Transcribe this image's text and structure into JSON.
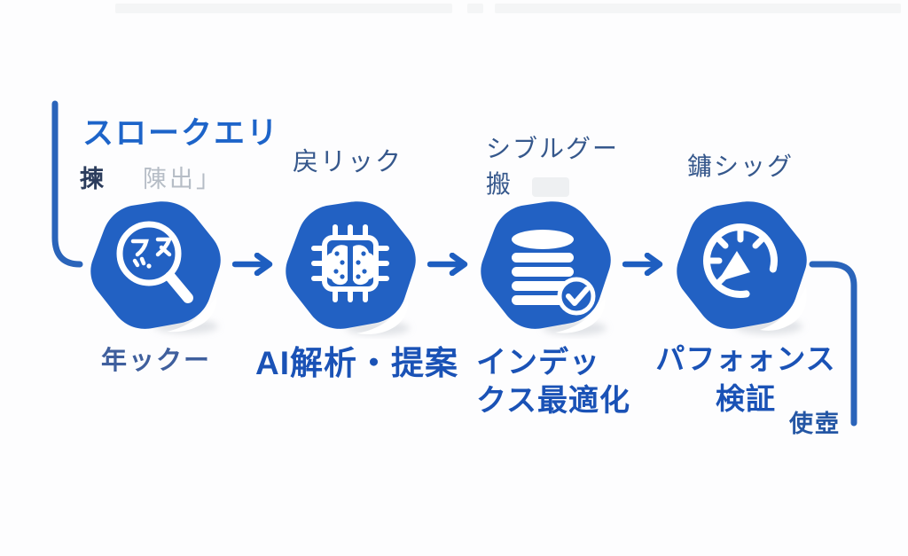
{
  "colors": {
    "primary_blue": "#2261c3",
    "title_blue": "#1d64c9",
    "caption_blue": "#1a52b6",
    "slate_label": "#36588c",
    "dark_ink": "#2b3c5c",
    "ghost_gray": "#b6bdc6",
    "connector_blue": "#2a64ba",
    "arrow_blue": "#1e5ec0",
    "icon_white": "#ffffff"
  },
  "flow": {
    "arrow_icon": "arrow-right-icon",
    "steps": [
      {
        "name": "slow-query",
        "icon": "magnifier-search-icon",
        "title": "スロークエリ",
        "note_dark": "揀",
        "note_ghost": "陳出」",
        "caption": "年ックー"
      },
      {
        "name": "ai-analysis",
        "icon": "cpu-brain-icon",
        "top_label": "戻リック",
        "caption": "AI解析・提案"
      },
      {
        "name": "index-optimization",
        "icon": "database-check-icon",
        "top_label": "シブルグー\n搬",
        "caption": "インデッ\nクス最適化"
      },
      {
        "name": "performance-verification",
        "icon": "speedometer-icon",
        "top_label": "鏞シッグ",
        "caption": "パフォォンス\n検証",
        "caption_note": "使壺"
      }
    ]
  }
}
